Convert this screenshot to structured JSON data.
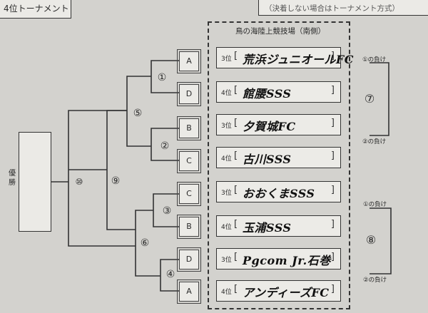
{
  "header": {
    "title": "4位トーナメント",
    "note": "（決着しない場合はトーナメント方式）"
  },
  "winner_label": "優勝",
  "venue": "鳥の海陸上競技場（南側）",
  "seeds": [
    "A",
    "D",
    "B",
    "C",
    "C",
    "B",
    "D",
    "A"
  ],
  "match_numbers": {
    "m1": "①",
    "m2": "②",
    "m3": "③",
    "m4": "④",
    "m5": "⑤",
    "m6": "⑥",
    "m7": "⑦",
    "m8": "⑧",
    "m9": "⑨",
    "m10": "⑩"
  },
  "teams": [
    {
      "rank": "3位",
      "name": "荒浜ジュニオールFC"
    },
    {
      "rank": "4位",
      "name": "館腰SSS"
    },
    {
      "rank": "3位",
      "name": "夕賀城FC"
    },
    {
      "rank": "4位",
      "name": "古川SSS"
    },
    {
      "rank": "3位",
      "name": "おおくまSSS"
    },
    {
      "rank": "4位",
      "name": "玉浦SSS"
    },
    {
      "rank": "3位",
      "name": "Pgcom Jr.石巻"
    },
    {
      "rank": "4位",
      "name": "アンディーズFC"
    }
  ],
  "losers": {
    "m1_loser": "①の負け",
    "m2_loser": "②の負け",
    "m3_loser": "①の負け",
    "m4_loser": "②の負け"
  }
}
